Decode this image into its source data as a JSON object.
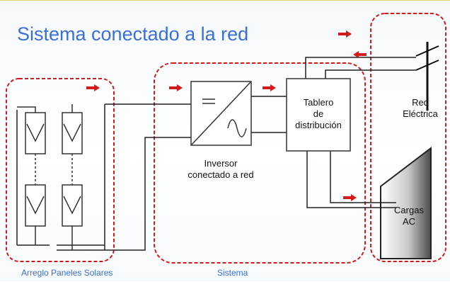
{
  "title": "Sistema conectado a la red",
  "labels": {
    "inverter": [
      "Inversor",
      "conectado a red"
    ],
    "board": [
      "Tablero",
      "de",
      "distribución"
    ],
    "grid": [
      "Red",
      "Eléctrica"
    ],
    "loads": [
      "Cargas",
      "AC"
    ]
  },
  "regions": {
    "panels": "Arreglo Paneles Solares",
    "system": "Sistema"
  },
  "colors": {
    "title": "#3b6fd8",
    "region_label": "#3a6fd0",
    "region_border": "#d41a1a",
    "arrow": "#d41a1a",
    "wire": "#222222"
  }
}
